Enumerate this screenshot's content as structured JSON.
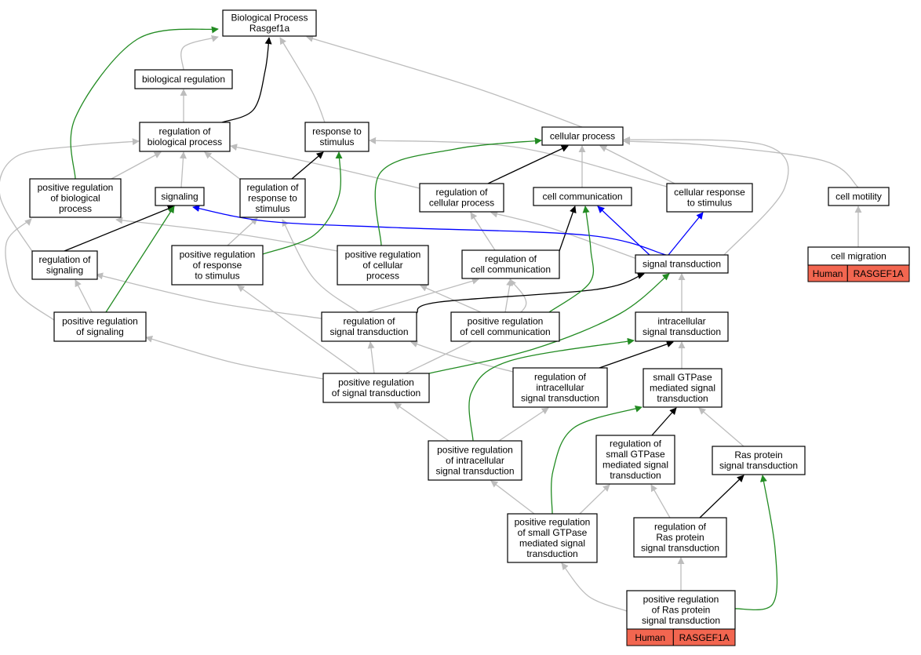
{
  "colors": {
    "is_a": "#bdbdbd",
    "part_of": "#000000",
    "positively_regulates": "#228b22",
    "regulates_direct": "#0000ff",
    "annotation_tag": "#f26650"
  },
  "nodes": [
    {
      "id": "bp",
      "lines": [
        "Biological Process",
        "Rasgef1a"
      ]
    },
    {
      "id": "breg",
      "lines": [
        "biological regulation"
      ]
    },
    {
      "id": "rbp",
      "lines": [
        "regulation of",
        "biological process"
      ]
    },
    {
      "id": "resp",
      "lines": [
        "response to",
        "stimulus"
      ]
    },
    {
      "id": "cp",
      "lines": [
        "cellular process"
      ]
    },
    {
      "id": "prbp",
      "lines": [
        "positive regulation",
        "of biological",
        "process"
      ]
    },
    {
      "id": "sig",
      "lines": [
        "signaling"
      ]
    },
    {
      "id": "rrs",
      "lines": [
        "regulation of",
        "response to",
        "stimulus"
      ]
    },
    {
      "id": "rcp",
      "lines": [
        "regulation of",
        "cellular process"
      ]
    },
    {
      "id": "cc",
      "lines": [
        "cell communication"
      ]
    },
    {
      "id": "crs",
      "lines": [
        "cellular response",
        "to stimulus"
      ]
    },
    {
      "id": "cm",
      "lines": [
        "cell motility"
      ]
    },
    {
      "id": "cmig",
      "lines": [
        "cell migration"
      ],
      "tags": [
        "Human",
        "RASGEF1A"
      ]
    },
    {
      "id": "rsig",
      "lines": [
        "regulation of",
        "signaling"
      ]
    },
    {
      "id": "prrs",
      "lines": [
        "positive regulation",
        "of response",
        "to stimulus"
      ]
    },
    {
      "id": "prcp",
      "lines": [
        "positive regulation",
        "of cellular",
        "process"
      ]
    },
    {
      "id": "rcc",
      "lines": [
        "regulation of",
        "cell communication"
      ]
    },
    {
      "id": "st",
      "lines": [
        "signal transduction"
      ]
    },
    {
      "id": "prsig",
      "lines": [
        "positive regulation",
        "of signaling"
      ]
    },
    {
      "id": "rst",
      "lines": [
        "regulation of",
        "signal transduction"
      ]
    },
    {
      "id": "prcc",
      "lines": [
        "positive regulation",
        "of cell communication"
      ]
    },
    {
      "id": "ist",
      "lines": [
        "intracellular",
        "signal transduction"
      ]
    },
    {
      "id": "prst",
      "lines": [
        "positive regulation",
        "of signal transduction"
      ]
    },
    {
      "id": "rist",
      "lines": [
        "regulation of",
        "intracellular",
        "signal transduction"
      ]
    },
    {
      "id": "sgst",
      "lines": [
        "small GTPase",
        "mediated signal",
        "transduction"
      ]
    },
    {
      "id": "prist",
      "lines": [
        "positive regulation",
        "of intracellular",
        "signal transduction"
      ]
    },
    {
      "id": "rsgst",
      "lines": [
        "regulation of",
        "small GTPase",
        "mediated signal",
        "transduction"
      ]
    },
    {
      "id": "rpst",
      "lines": [
        "Ras protein",
        "signal transduction"
      ]
    },
    {
      "id": "prsgst",
      "lines": [
        "positive regulation",
        "of small GTPase",
        "mediated signal",
        "transduction"
      ]
    },
    {
      "id": "rrpst",
      "lines": [
        "regulation of",
        "Ras protein",
        "signal transduction"
      ]
    },
    {
      "id": "prrpst",
      "lines": [
        "positive regulation",
        "of Ras protein",
        "signal transduction"
      ],
      "tags": [
        "Human",
        "RASGEF1A"
      ]
    }
  ],
  "edges": [
    {
      "from": "breg",
      "to": "bp",
      "rel": "is_a"
    },
    {
      "from": "rbp",
      "to": "breg",
      "rel": "is_a"
    },
    {
      "from": "rbp",
      "to": "bp",
      "rel": "part_of"
    },
    {
      "from": "resp",
      "to": "bp",
      "rel": "is_a"
    },
    {
      "from": "cp",
      "to": "bp",
      "rel": "is_a"
    },
    {
      "from": "prbp",
      "to": "bp",
      "rel": "positively_regulates"
    },
    {
      "from": "prbp",
      "to": "rbp",
      "rel": "is_a"
    },
    {
      "from": "sig",
      "to": "rbp",
      "rel": "is_a"
    },
    {
      "from": "rrs",
      "to": "rbp",
      "rel": "is_a"
    },
    {
      "from": "rrs",
      "to": "resp",
      "rel": "part_of"
    },
    {
      "from": "rcp",
      "to": "rbp",
      "rel": "is_a"
    },
    {
      "from": "rcp",
      "to": "cp",
      "rel": "part_of"
    },
    {
      "from": "cc",
      "to": "cp",
      "rel": "is_a"
    },
    {
      "from": "crs",
      "to": "cp",
      "rel": "is_a"
    },
    {
      "from": "crs",
      "to": "resp",
      "rel": "is_a"
    },
    {
      "from": "cm",
      "to": "cp",
      "rel": "is_a"
    },
    {
      "from": "cmig",
      "to": "cm",
      "rel": "is_a"
    },
    {
      "from": "rsig",
      "to": "rbp",
      "rel": "is_a"
    },
    {
      "from": "rsig",
      "to": "sig",
      "rel": "part_of"
    },
    {
      "from": "prrs",
      "to": "rrs",
      "rel": "is_a"
    },
    {
      "from": "prrs",
      "to": "resp",
      "rel": "positively_regulates"
    },
    {
      "from": "prcp",
      "to": "prbp",
      "rel": "is_a"
    },
    {
      "from": "prcp",
      "to": "cp",
      "rel": "positively_regulates"
    },
    {
      "from": "rcc",
      "to": "rcp",
      "rel": "is_a"
    },
    {
      "from": "rcc",
      "to": "cc",
      "rel": "part_of"
    },
    {
      "from": "st",
      "to": "sig",
      "rel": "regulates_direct"
    },
    {
      "from": "st",
      "to": "cc",
      "rel": "regulates_direct"
    },
    {
      "from": "st",
      "to": "crs",
      "rel": "regulates_direct"
    },
    {
      "from": "st",
      "to": "cp",
      "rel": "is_a"
    },
    {
      "from": "st",
      "to": "rcp",
      "rel": "is_a"
    },
    {
      "from": "prsig",
      "to": "rsig",
      "rel": "is_a"
    },
    {
      "from": "prsig",
      "to": "sig",
      "rel": "positively_regulates"
    },
    {
      "from": "prsig",
      "to": "prbp",
      "rel": "is_a"
    },
    {
      "from": "rst",
      "to": "rsig",
      "rel": "is_a"
    },
    {
      "from": "rst",
      "to": "rcc",
      "rel": "is_a"
    },
    {
      "from": "rst",
      "to": "rrs",
      "rel": "is_a"
    },
    {
      "from": "rst",
      "to": "st",
      "rel": "part_of"
    },
    {
      "from": "prcc",
      "to": "rcc",
      "rel": "is_a"
    },
    {
      "from": "prcc",
      "to": "cc",
      "rel": "positively_regulates"
    },
    {
      "from": "prcc",
      "to": "prcp",
      "rel": "is_a"
    },
    {
      "from": "ist",
      "to": "st",
      "rel": "is_a"
    },
    {
      "from": "prst",
      "to": "rst",
      "rel": "is_a"
    },
    {
      "from": "prst",
      "to": "prsig",
      "rel": "is_a"
    },
    {
      "from": "prst",
      "to": "prrs",
      "rel": "is_a"
    },
    {
      "from": "prst",
      "to": "rcc",
      "rel": "is_a"
    },
    {
      "from": "prst",
      "to": "st",
      "rel": "positively_regulates"
    },
    {
      "from": "rist",
      "to": "rst",
      "rel": "is_a"
    },
    {
      "from": "rist",
      "to": "ist",
      "rel": "part_of"
    },
    {
      "from": "sgst",
      "to": "ist",
      "rel": "is_a"
    },
    {
      "from": "prist",
      "to": "rist",
      "rel": "is_a"
    },
    {
      "from": "prist",
      "to": "prst",
      "rel": "is_a"
    },
    {
      "from": "prist",
      "to": "ist",
      "rel": "positively_regulates"
    },
    {
      "from": "rsgst",
      "to": "sgst",
      "rel": "part_of"
    },
    {
      "from": "rpst",
      "to": "sgst",
      "rel": "is_a"
    },
    {
      "from": "prsgst",
      "to": "rsgst",
      "rel": "is_a"
    },
    {
      "from": "prsgst",
      "to": "prist",
      "rel": "is_a"
    },
    {
      "from": "prsgst",
      "to": "sgst",
      "rel": "positively_regulates"
    },
    {
      "from": "rrpst",
      "to": "rsgst",
      "rel": "is_a"
    },
    {
      "from": "rrpst",
      "to": "rpst",
      "rel": "part_of"
    },
    {
      "from": "prrpst",
      "to": "rrpst",
      "rel": "is_a"
    },
    {
      "from": "prrpst",
      "to": "prsgst",
      "rel": "is_a"
    },
    {
      "from": "prrpst",
      "to": "rpst",
      "rel": "positively_regulates"
    }
  ]
}
